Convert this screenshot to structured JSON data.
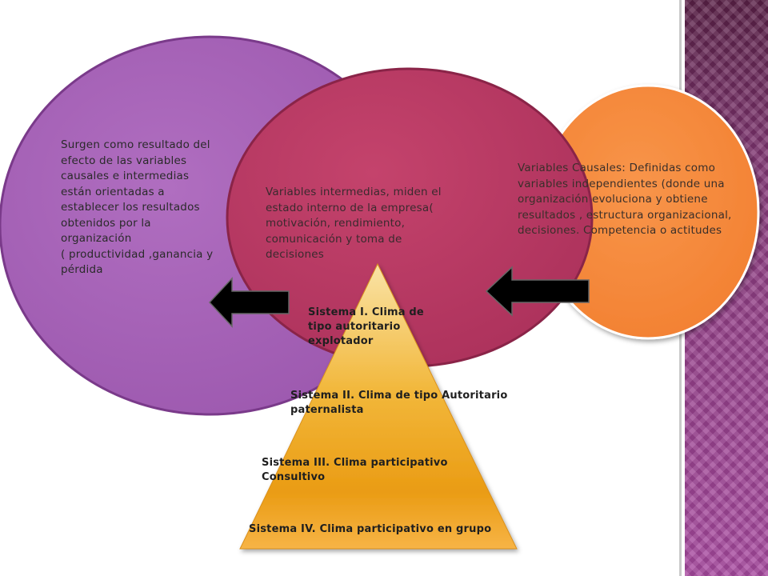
{
  "circles": {
    "purple_text": "Surgen como resultado del efecto de las variables causales e intermedias están orientadas a establecer los resultados obtenidos por la organización\n( productividad ,ganancia y pérdida",
    "red_text": "Variables intermedias, miden el estado interno de la empresa( motivación, rendimiento, comunicación y toma de decisiones",
    "orange_text": "Variables Causales: Definidas como variables independientes (donde una organización evoluciona y obtiene resultados , estructura organizacional, decisiones. Competencia o actitudes"
  },
  "pyramid": {
    "levels": [
      "Sistema I. Clima de tipo autoritario explotador",
      "Sistema II. Clima de tipo Autoritario paternalista",
      "Sistema III. Clima participativo Consultivo",
      "Sistema IV. Clima participativo en grupo"
    ]
  },
  "arrows": {
    "left": "arrow-left-icon",
    "right": "arrow-left-icon"
  },
  "colors": {
    "purple": "#a864b8",
    "red": "#b93a64",
    "orange": "#f58a3c",
    "pyramid_top": "#f8e0a0",
    "pyramid_bottom": "#f0a018",
    "strip": "#8a3b7d"
  }
}
